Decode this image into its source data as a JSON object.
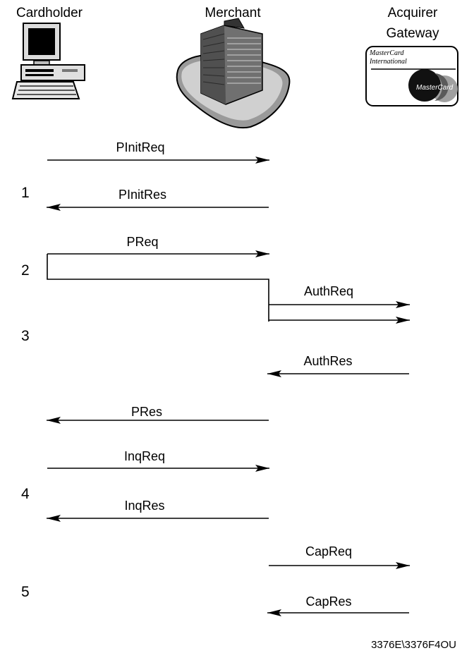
{
  "parties": {
    "cardholder": "Cardholder",
    "merchant": "Merchant",
    "acquirer_line1": "Acquirer",
    "acquirer_line2": "Gateway"
  },
  "card": {
    "issuer_line1": "MasterCard",
    "issuer_line2": "International",
    "brand": "MasterCard"
  },
  "steps": [
    "1",
    "2",
    "3",
    "4",
    "5"
  ],
  "messages": {
    "pinitreq": "PInitReq",
    "pinitres": "PInitRes",
    "preq": "PReq",
    "authreq": "AuthReq",
    "authres": "AuthRes",
    "pres": "PRes",
    "inqreq": "InqReq",
    "inqres": "InqRes",
    "capreq": "CapReq",
    "capres": "CapRes"
  },
  "figure_id": "3376E\\3376F4OU"
}
